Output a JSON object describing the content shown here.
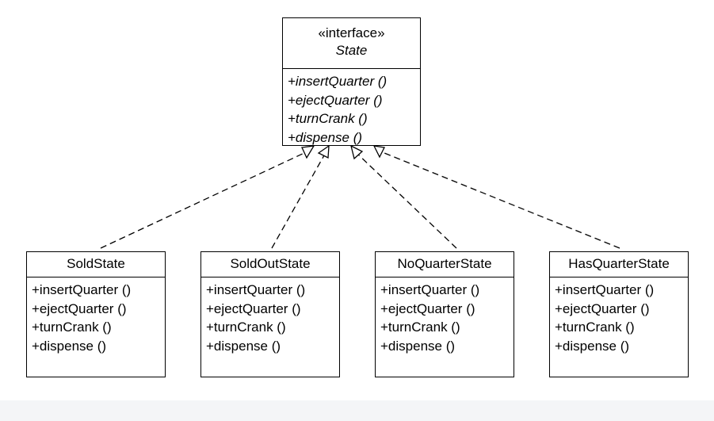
{
  "interface": {
    "stereotype": "«interface»",
    "name": "State",
    "operations": [
      "+insertQuarter ()",
      "+ejectQuarter ()",
      "+turnCrank ()",
      "+dispense ()"
    ]
  },
  "classes": [
    {
      "name": "SoldState",
      "operations": [
        "+insertQuarter ()",
        "+ejectQuarter ()",
        "+turnCrank ()",
        "+dispense ()"
      ]
    },
    {
      "name": "SoldOutState",
      "operations": [
        "+insertQuarter ()",
        "+ejectQuarter ()",
        "+turnCrank ()",
        "+dispense ()"
      ]
    },
    {
      "name": "NoQuarterState",
      "operations": [
        "+insertQuarter ()",
        "+ejectQuarter ()",
        "+turnCrank ()",
        "+dispense ()"
      ]
    },
    {
      "name": "HasQuarterState",
      "operations": [
        "+insertQuarter ()",
        "+ejectQuarter ()",
        "+turnCrank ()",
        "+dispense ()"
      ]
    }
  ],
  "relationships": [
    {
      "from": "SoldState",
      "to": "State",
      "type": "realization"
    },
    {
      "from": "SoldOutState",
      "to": "State",
      "type": "realization"
    },
    {
      "from": "NoQuarterState",
      "to": "State",
      "type": "realization"
    },
    {
      "from": "HasQuarterState",
      "to": "State",
      "type": "realization"
    }
  ]
}
